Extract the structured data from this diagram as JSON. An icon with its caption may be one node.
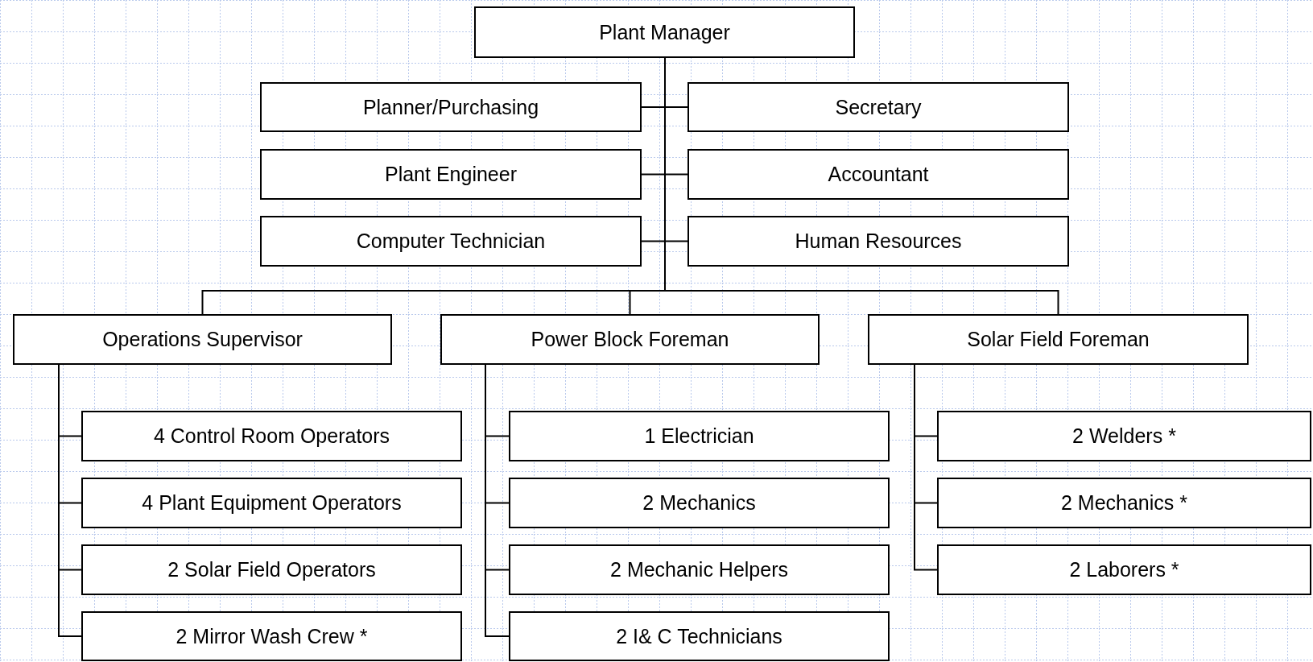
{
  "diagram": {
    "nodes": [
      {
        "text": [
          "Plant Manager"
        ]
      },
      {
        "text": [
          "Planner/Purchasing"
        ]
      },
      {
        "text": [
          "Secretary"
        ]
      },
      {
        "text": [
          "Plant Engineer"
        ]
      },
      {
        "text": [
          "Accountant"
        ]
      },
      {
        "text": [
          "Computer Technician"
        ]
      },
      {
        "text": [
          "Human Resources"
        ]
      },
      {
        "text": [
          "Operations Supervisor"
        ]
      },
      {
        "text": [
          "Power Block Foreman"
        ]
      },
      {
        "text": [
          "Solar Field Foreman"
        ]
      },
      {
        "text": [
          "4 Control Room Operators"
        ]
      },
      {
        "text": [
          "4 Plant Equipment Operators"
        ]
      },
      {
        "text": [
          "2 Solar Field Operators"
        ]
      },
      {
        "text": [
          "2 Mirror Wash Crew *"
        ]
      },
      {
        "text": [
          "1 Electrician"
        ]
      },
      {
        "text": [
          "2 Mechanics"
        ]
      },
      {
        "text": [
          "2 Mechanic Helpers"
        ]
      },
      {
        "text": [
          "2 I& C Technicians"
        ]
      },
      {
        "text": [
          "2 Welders *"
        ]
      },
      {
        "text": [
          "2 Mechanics *"
        ]
      },
      {
        "text": [
          "2 Laborers *"
        ]
      }
    ],
    "edges": [
      {
        "from": 0,
        "to": 1,
        "arrow": "none"
      },
      {
        "from": 0,
        "to": 2,
        "arrow": "none"
      },
      {
        "from": 0,
        "to": 3,
        "arrow": "none"
      },
      {
        "from": 0,
        "to": 4,
        "arrow": "none"
      },
      {
        "from": 0,
        "to": 5,
        "arrow": "none"
      },
      {
        "from": 0,
        "to": 6,
        "arrow": "none"
      },
      {
        "from": 0,
        "to": 7,
        "arrow": "none"
      },
      {
        "from": 0,
        "to": 8,
        "arrow": "none"
      },
      {
        "from": 0,
        "to": 9,
        "arrow": "none"
      },
      {
        "from": 7,
        "to": 10,
        "arrow": "none"
      },
      {
        "from": 7,
        "to": 11,
        "arrow": "none"
      },
      {
        "from": 7,
        "to": 12,
        "arrow": "none"
      },
      {
        "from": 7,
        "to": 13,
        "arrow": "none"
      },
      {
        "from": 8,
        "to": 14,
        "arrow": "none"
      },
      {
        "from": 8,
        "to": 15,
        "arrow": "none"
      },
      {
        "from": 8,
        "to": 16,
        "arrow": "none"
      },
      {
        "from": 8,
        "to": 17,
        "arrow": "none"
      },
      {
        "from": 9,
        "to": 18,
        "arrow": "none"
      },
      {
        "from": 9,
        "to": 19,
        "arrow": "none"
      },
      {
        "from": 9,
        "to": 20,
        "arrow": "none"
      }
    ]
  }
}
